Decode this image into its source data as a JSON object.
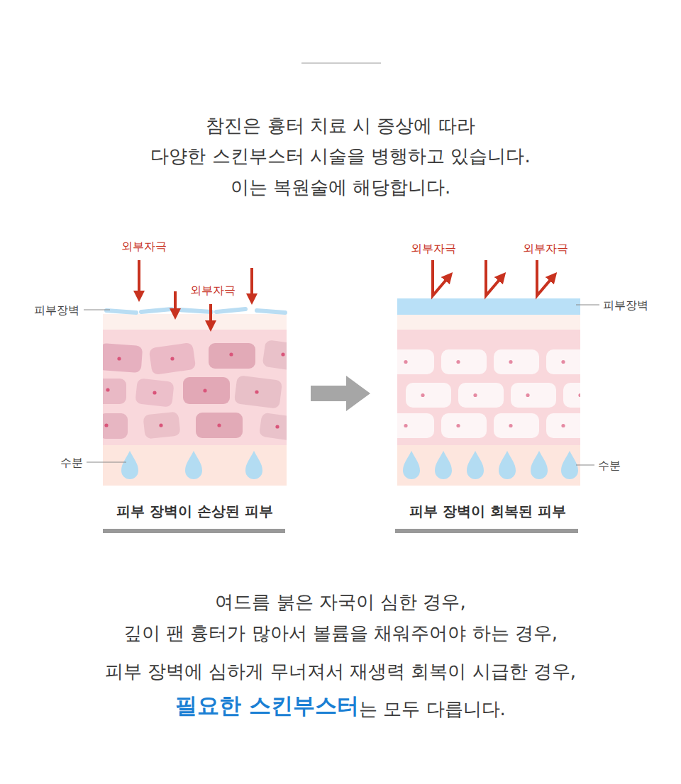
{
  "diagram": {
    "nodes": [
      {
        "text": [
          "피부 장벽이 손상된 피부"
        ]
      },
      {
        "text": [
          "피부 장벽이 회복된 피부"
        ]
      }
    ],
    "edges": [
      {
        "from": 0,
        "to": 1,
        "arrow": "to"
      }
    ],
    "labels": [
      "참진은 흉터 치료 시 증상에 따라",
      "다양한 스킨부스터 시술을 병행하고 있습니다.",
      "이는 복원술에 해당합니다.",
      "외부자극",
      "외부자극",
      "피부장벽",
      "수분",
      "외부자극",
      "외부자극",
      "피부장벽",
      "수분",
      "여드름 붉은 자국이 심한 경우,",
      "깊이 팬 흉터가 많아서 볼륨을 채워주어야 하는 경우,",
      "피부 장벽에 심하게 무너져서 재생력 회복이 시급한 경우,",
      "필요한 스킨부스터",
      "는 모두 다릅니다."
    ]
  }
}
